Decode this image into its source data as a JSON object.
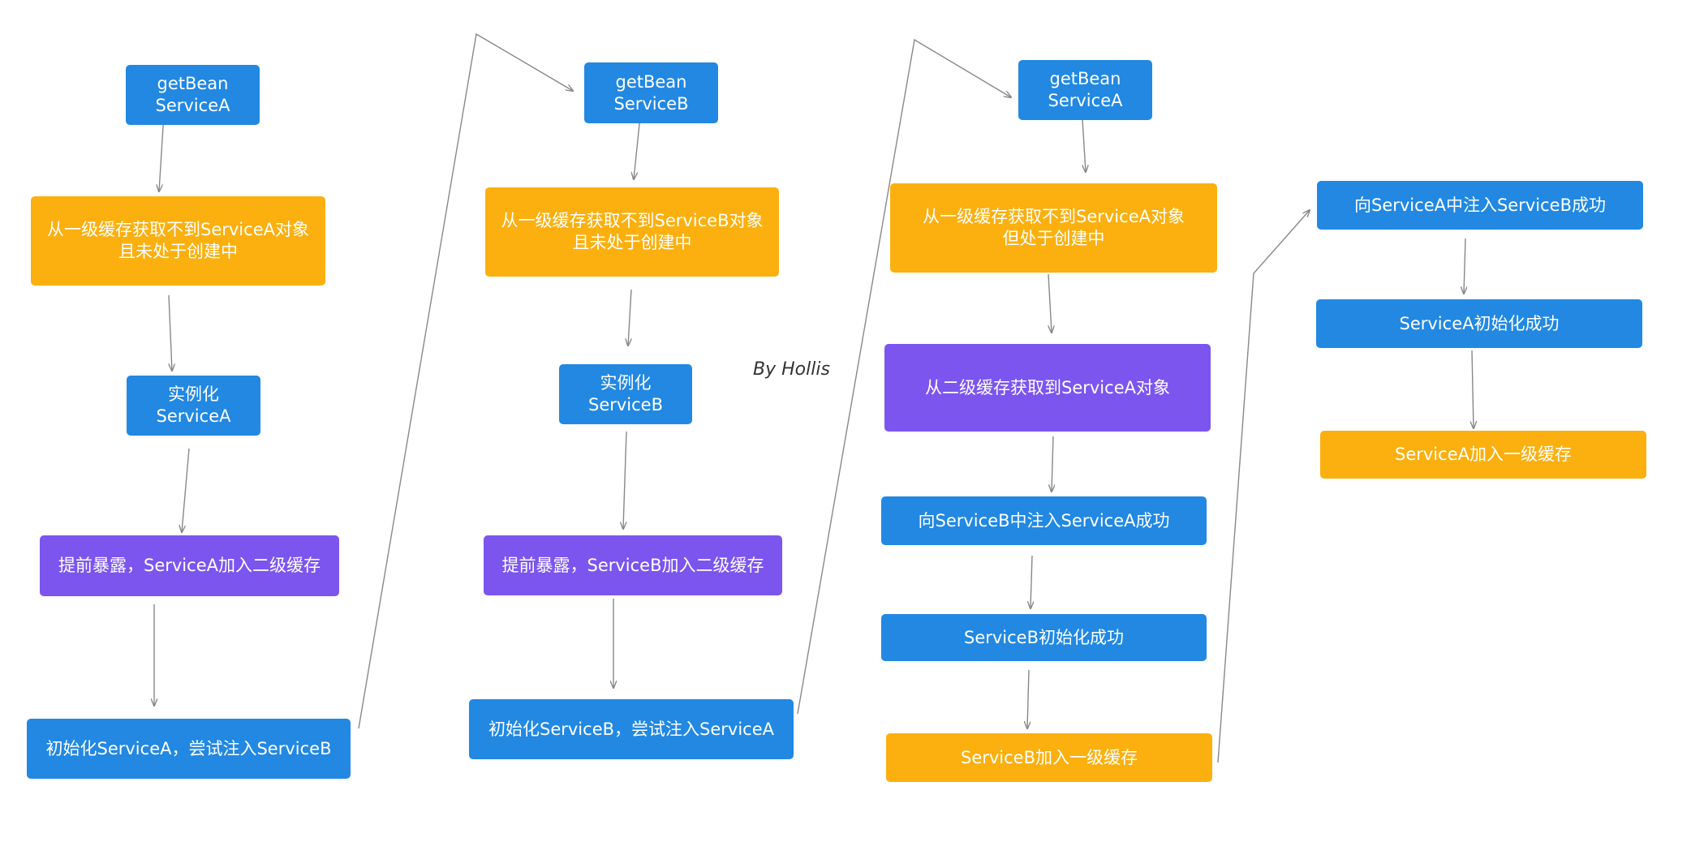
{
  "colors": {
    "blue": "#2288e2",
    "orange": "#fbb00f",
    "purple": "#7c55ee",
    "connector": "#888888"
  },
  "watermark": "By Hollis",
  "columns": [
    {
      "nodes": [
        {
          "id": "c1n1",
          "text": "getBean\nServiceA",
          "color": "blue"
        },
        {
          "id": "c1n2",
          "text": "从一级缓存获取不到ServiceA对象\n且未处于创建中",
          "color": "orange"
        },
        {
          "id": "c1n3",
          "text": "实例化ServiceA",
          "color": "blue"
        },
        {
          "id": "c1n4",
          "text": "提前暴露，ServiceA加入二级缓存",
          "color": "purple"
        },
        {
          "id": "c1n5",
          "text": "初始化ServiceA，尝试注入ServiceB",
          "color": "blue"
        }
      ]
    },
    {
      "nodes": [
        {
          "id": "c2n1",
          "text": "getBean\nServiceB",
          "color": "blue"
        },
        {
          "id": "c2n2",
          "text": "从一级缓存获取不到ServiceB对象\n且未处于创建中",
          "color": "orange"
        },
        {
          "id": "c2n3",
          "text": "实例化ServiceB",
          "color": "blue"
        },
        {
          "id": "c2n4",
          "text": "提前暴露，ServiceB加入二级缓存",
          "color": "purple"
        },
        {
          "id": "c2n5",
          "text": "初始化ServiceB，尝试注入ServiceA",
          "color": "blue"
        }
      ]
    },
    {
      "nodes": [
        {
          "id": "c3n1",
          "text": "getBean\nServiceA",
          "color": "blue"
        },
        {
          "id": "c3n2",
          "text": "从一级缓存获取不到ServiceA对象\n但处于创建中",
          "color": "orange"
        },
        {
          "id": "c3n3",
          "text": "从二级缓存获取到ServiceA对象",
          "color": "purple"
        },
        {
          "id": "c3n4",
          "text": "向ServiceB中注入ServiceA成功",
          "color": "blue"
        },
        {
          "id": "c3n5",
          "text": "ServiceB初始化成功",
          "color": "blue"
        },
        {
          "id": "c3n6",
          "text": "ServiceB加入一级缓存",
          "color": "orange"
        }
      ]
    },
    {
      "nodes": [
        {
          "id": "c4n1",
          "text": "向ServiceA中注入ServiceB成功",
          "color": "blue"
        },
        {
          "id": "c4n2",
          "text": "ServiceA初始化成功",
          "color": "blue"
        },
        {
          "id": "c4n3",
          "text": "ServiceA加入一级缓存",
          "color": "orange"
        }
      ]
    }
  ]
}
